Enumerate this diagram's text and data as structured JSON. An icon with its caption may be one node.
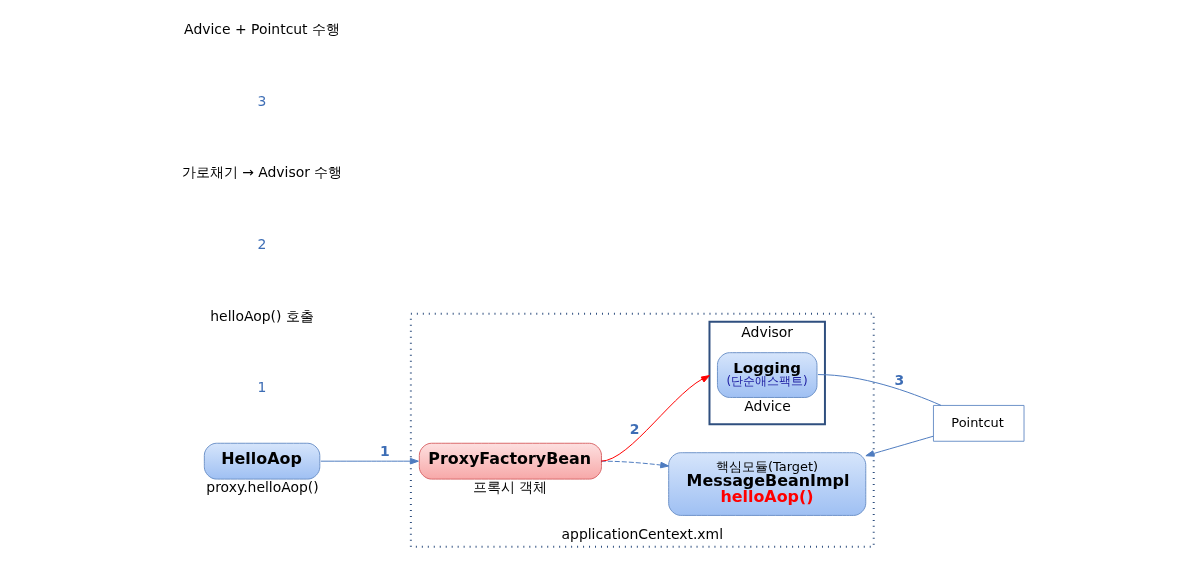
{
  "diagram": {
    "nodes": [
      {
        "text": [
          "applicationCentext.xml"
        ]
      },
      {
        "text": [
          "핵심모듈(Target)",
          "MessageBeanImpl",
          "helloAop()"
        ],
        "in": 0
      },
      {
        "text": [
          "Advisor"
        ],
        "in": 0
      },
      {
        "text": [
          "Logging",
          "(단순애스팩트)"
        ],
        "beside": [
          "Advice"
        ],
        "in": 2
      },
      {
        "text": [
          "Pointcut"
        ]
      },
      {
        "text": [
          "ProxyFactoryBean"
        ],
        "beside": [
          "프록시 객체"
        ],
        "in": 0
      },
      {
        "text": [
          "HelloAop"
        ],
        "beside": [
          "proxy.helloAop()"
        ]
      }
    ],
    "edges": [
      {
        "from": 6,
        "to": 5,
        "arrow": "to",
        "label": "1"
      },
      {
        "from": 5,
        "to": 2,
        "arrow": "to",
        "label": "2",
        "color": "#ff0000"
      },
      {
        "from": 5,
        "to": 1,
        "arrow": "to",
        "style": "dashed"
      },
      {
        "from": 3,
        "to": 4,
        "arrow": "none",
        "label": "3"
      },
      {
        "from": 4,
        "to": 1,
        "arrow": "to"
      }
    ],
    "labels": [
      "1",
      "helloAop() 호출",
      "2",
      "가로채기 → Advisor 수행",
      "3",
      "Advice + Pointcut 수행"
    ]
  }
}
